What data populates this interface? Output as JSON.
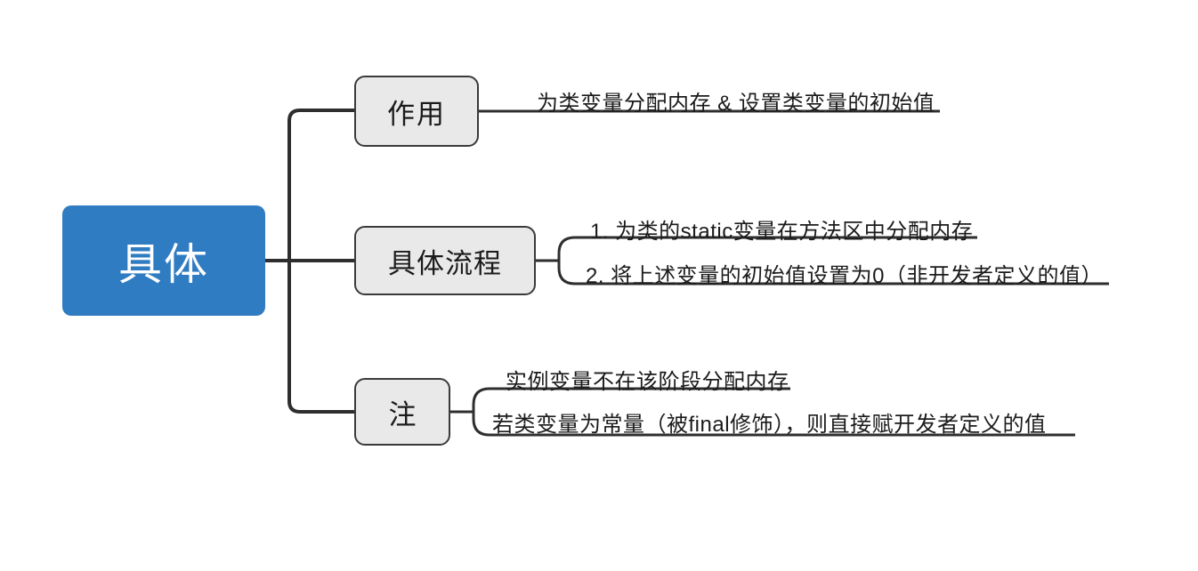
{
  "diagram": {
    "type": "mind-map",
    "title": "具体",
    "colors": {
      "root_fill": "#2f7cc2",
      "root_text": "#ffffff",
      "branch_fill": "#e9e9e9",
      "branch_border": "#3a3a3a",
      "connector": "#2e2e2e",
      "text": "#1b1b1b",
      "background": "#ffffff"
    },
    "root": {
      "label": "具体"
    },
    "branches": [
      {
        "label": "作用",
        "leaves": [
          {
            "text": "为类变量分配内存 & 设置类变量的初始值"
          }
        ]
      },
      {
        "label": "具体流程",
        "leaves": [
          {
            "text": "1. 为类的static变量在方法区中分配内存"
          },
          {
            "text": "2. 将上述变量的初始值设置为0（非开发者定义的值）"
          }
        ]
      },
      {
        "label": "注",
        "leaves": [
          {
            "text": "实例变量不在该阶段分配内存"
          },
          {
            "text": "若类变量为常量（被final修饰），则直接赋开发者定义的值"
          }
        ]
      }
    ]
  }
}
